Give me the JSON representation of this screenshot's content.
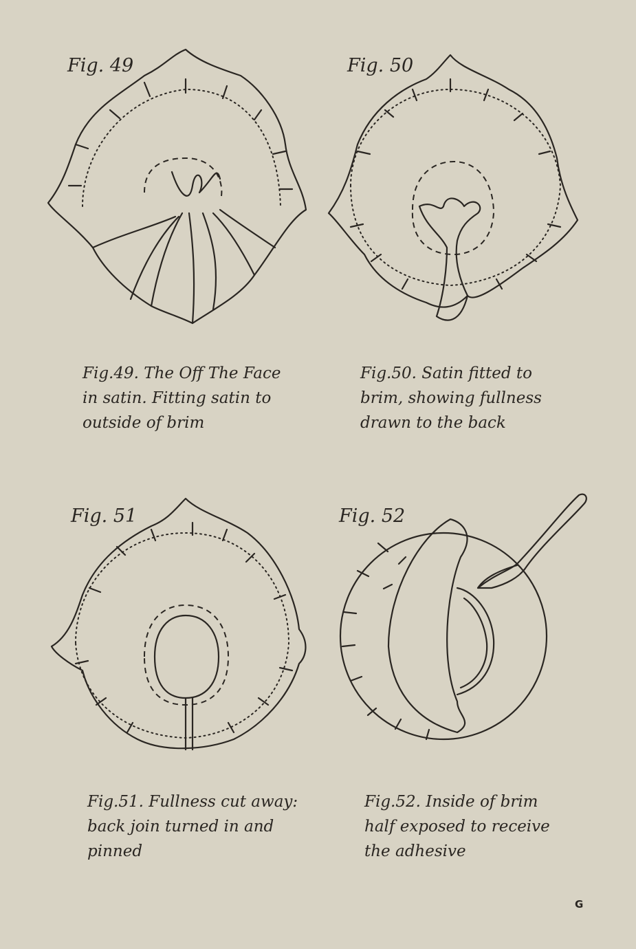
{
  "figures": [
    {
      "label": "Fig. 49",
      "caption_lines": [
        "Fig.49. The Off The Face",
        "in satin. Fitting satin to",
        "outside of brim"
      ]
    },
    {
      "label": "Fig. 50",
      "caption_lines": [
        "Fig.50. Satin fitted to",
        "brim, showing fullness",
        "drawn to the back"
      ]
    },
    {
      "label": "Fig. 51",
      "caption_lines": [
        "Fig.51. Fullness cut away:",
        "back join turned in and",
        "pinned"
      ]
    },
    {
      "label": "Fig. 52",
      "caption_lines": [
        "Fig.52. Inside of brim",
        "half exposed to receive",
        "the adhesive"
      ]
    }
  ],
  "page_letter": "G"
}
